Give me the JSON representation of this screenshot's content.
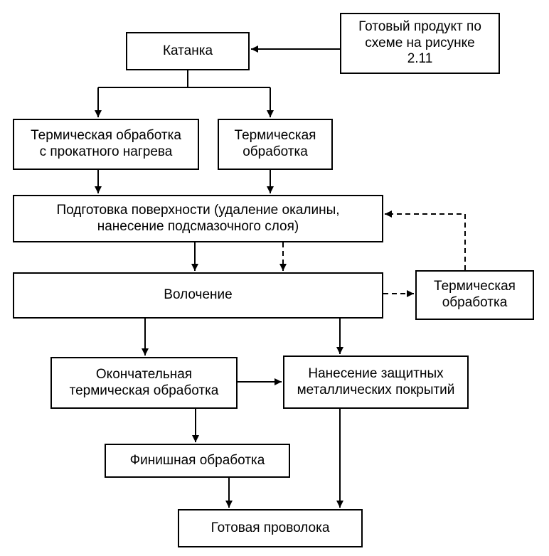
{
  "nodes": {
    "katanka": [
      "Катанка"
    ],
    "ready_product": [
      "Готовый продукт по",
      "схеме на рисунке",
      "2.11"
    ],
    "thermo_rolling": [
      "Термическая обработка",
      "с прокатного нагрева"
    ],
    "thermo_1": [
      "Термическая",
      "обработка"
    ],
    "surface_prep": [
      "Подготовка поверхности (удаление окалины,",
      "нанесение подсмазочного слоя)"
    ],
    "drawing": [
      "Волочение"
    ],
    "thermo_2": [
      "Термическая",
      "обработка"
    ],
    "final_thermo": [
      "Окончательная",
      "термическая обработка"
    ],
    "coating": [
      "Нанесение защитных",
      "металлических покрытий"
    ],
    "finishing": [
      "Финишная обработка"
    ],
    "ready_wire": [
      "Готовая проволока"
    ]
  },
  "colors": {
    "line": "#000000",
    "background": "#ffffff"
  }
}
